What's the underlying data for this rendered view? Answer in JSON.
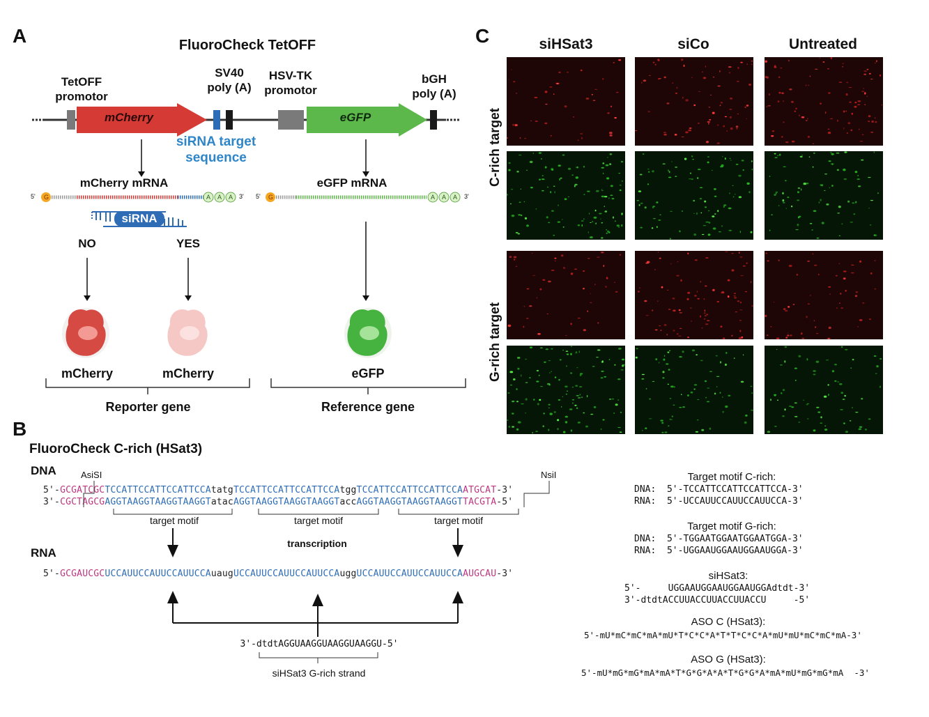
{
  "panels": {
    "a": "A",
    "b": "B",
    "c": "C"
  },
  "panel_a": {
    "title": "FluoroCheck TetOFF",
    "tetoff": [
      "TetOFF",
      "promotor"
    ],
    "sv40": [
      "SV40",
      "poly (A)"
    ],
    "hsvtk": [
      "HSV-TK",
      "promotor"
    ],
    "bgh": [
      "bGH",
      "poly (A)"
    ],
    "mcherry_gene": "mCherry",
    "egfp_gene": "eGFP",
    "sirna_target": [
      "siRNA target",
      "sequence"
    ],
    "mcherry_mrna": "mCherry mRNA",
    "egfp_mrna": "eGFP mRNA",
    "five_prime": "5'",
    "three_prime": "3'",
    "cap": "G",
    "polya": "A",
    "sirna": "siRNA",
    "no": "NO",
    "yes": "YES",
    "protein_mcherry": "mCherry",
    "protein_egfp": "eGFP",
    "reporter": "Reporter gene",
    "reference": "Reference gene",
    "colors": {
      "mcherry": "#d63a34",
      "egfp": "#5cb84a",
      "sirna": "#2e6db5",
      "promotor": "#7a7a7a"
    }
  },
  "panel_b": {
    "title": "FluoroCheck C-rich (HSat3)",
    "dna_label": "DNA",
    "rna_label": "RNA",
    "asisi": "AsiSI",
    "nsii": "NsiI",
    "dna_top": [
      {
        "t": "5'-",
        "c": "blk"
      },
      {
        "t": "GCGATCGC",
        "c": "pink"
      },
      {
        "t": "TCCATTCCATTCCATTCCA",
        "c": "blue"
      },
      {
        "t": "tatg",
        "c": "blk"
      },
      {
        "t": "TCCATTCCATTCCATTCCA",
        "c": "blue"
      },
      {
        "t": "tgg",
        "c": "blk"
      },
      {
        "t": "TCCATTCCATTCCATTCCA",
        "c": "blue"
      },
      {
        "t": "ATGCAT",
        "c": "pink"
      },
      {
        "t": "-3'",
        "c": "blk"
      }
    ],
    "dna_bottom": [
      {
        "t": "3'-",
        "c": "blk"
      },
      {
        "t": "CGCTAGCG",
        "c": "pink"
      },
      {
        "t": "AGGTAAGGTAAGGTAAGGT",
        "c": "blue"
      },
      {
        "t": "atac",
        "c": "blk"
      },
      {
        "t": "AGGTAAGGTAAGGTAAGGT",
        "c": "blue"
      },
      {
        "t": "acc",
        "c": "blk"
      },
      {
        "t": "AGGTAAGGTAAGGTAAGGT",
        "c": "blue"
      },
      {
        "t": "TACGTA",
        "c": "pink"
      },
      {
        "t": "-5'",
        "c": "blk"
      }
    ],
    "target_motif": "target motif",
    "transcription": "transcription",
    "rna": [
      {
        "t": "5'-",
        "c": "blk"
      },
      {
        "t": "GCGAUCGC",
        "c": "pink"
      },
      {
        "t": "UCCAUUCCAUUCCAUUCCA",
        "c": "blue"
      },
      {
        "t": "uaug",
        "c": "blk"
      },
      {
        "t": "UCCAUUCCAUUCCAUUCCA",
        "c": "blue"
      },
      {
        "t": "ugg",
        "c": "blk"
      },
      {
        "t": "UCCAUUCCAUUCCAUUCCA",
        "c": "blue"
      },
      {
        "t": "AUGCAU",
        "c": "pink"
      },
      {
        "t": "-3'",
        "c": "blk"
      }
    ],
    "sirna_strand": "3'-dtdtAGGUAAGGUAAGGUAAGGU-5'",
    "sirna_strand_label": "siHSat3 G-rich strand"
  },
  "panel_c": {
    "columns": [
      "siHSat3",
      "siCo",
      "Untreated"
    ],
    "rows": [
      "C-rich target",
      "G-rich target"
    ]
  },
  "right_info": {
    "crich_title": "Target motif C-rich:",
    "crich_dna": "DNA:  5'-TCCATTCCATTCCATTCCA-3'",
    "crich_rna": "RNA:  5'-UCCAUUCCAUUCCAUUCCA-3'",
    "grich_title": "Target motif G-rich:",
    "grich_dna": "DNA:  5'-TGGAATGGAATGGAATGGA-3'",
    "grich_rna": "RNA:  5'-UGGAAUGGAAUGGAAUGGA-3'",
    "sihsat3_title": "siHSat3:",
    "sihsat3_1": "5'-     UGGAAUGGAAUGGAAUGGAdtdt-3'",
    "sihsat3_2": "3'-dtdtACCUUACCUUACCUUACCU     -5'",
    "asoc_title": "ASO C (HSat3):",
    "asoc_seq": "5'-mU*mC*mC*mA*mU*T*C*C*A*T*T*C*C*A*mU*mU*mC*mC*mA-3'",
    "asog_title": "ASO G (HSat3):",
    "asog_seq": "5'-mU*mG*mG*mA*mA*T*G*G*A*A*T*G*G*A*mA*mU*mG*mG*mA  -3'"
  }
}
